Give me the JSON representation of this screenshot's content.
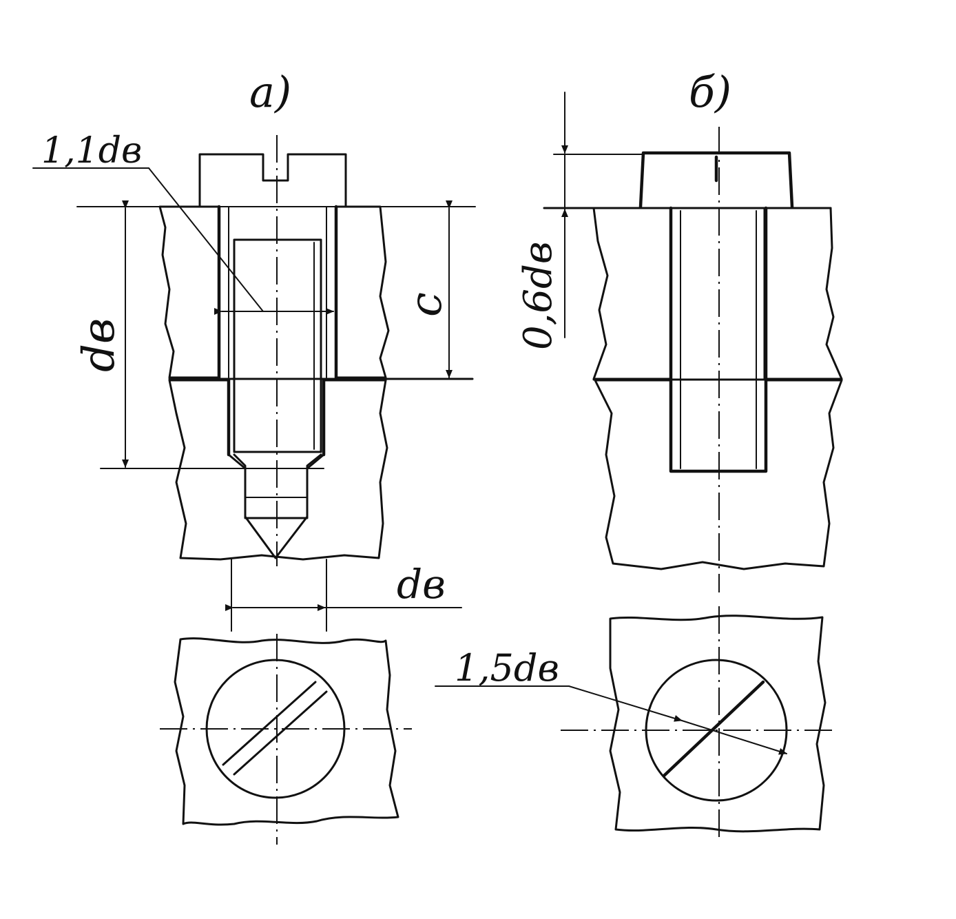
{
  "view_a": {
    "title": "а)",
    "label_head": "1,1dв",
    "label_depth": "dв",
    "label_c": "c",
    "label_width": "dв"
  },
  "view_b": {
    "title": "б)",
    "label_head": "0,6dв",
    "label_diameter": "1,5dв"
  }
}
